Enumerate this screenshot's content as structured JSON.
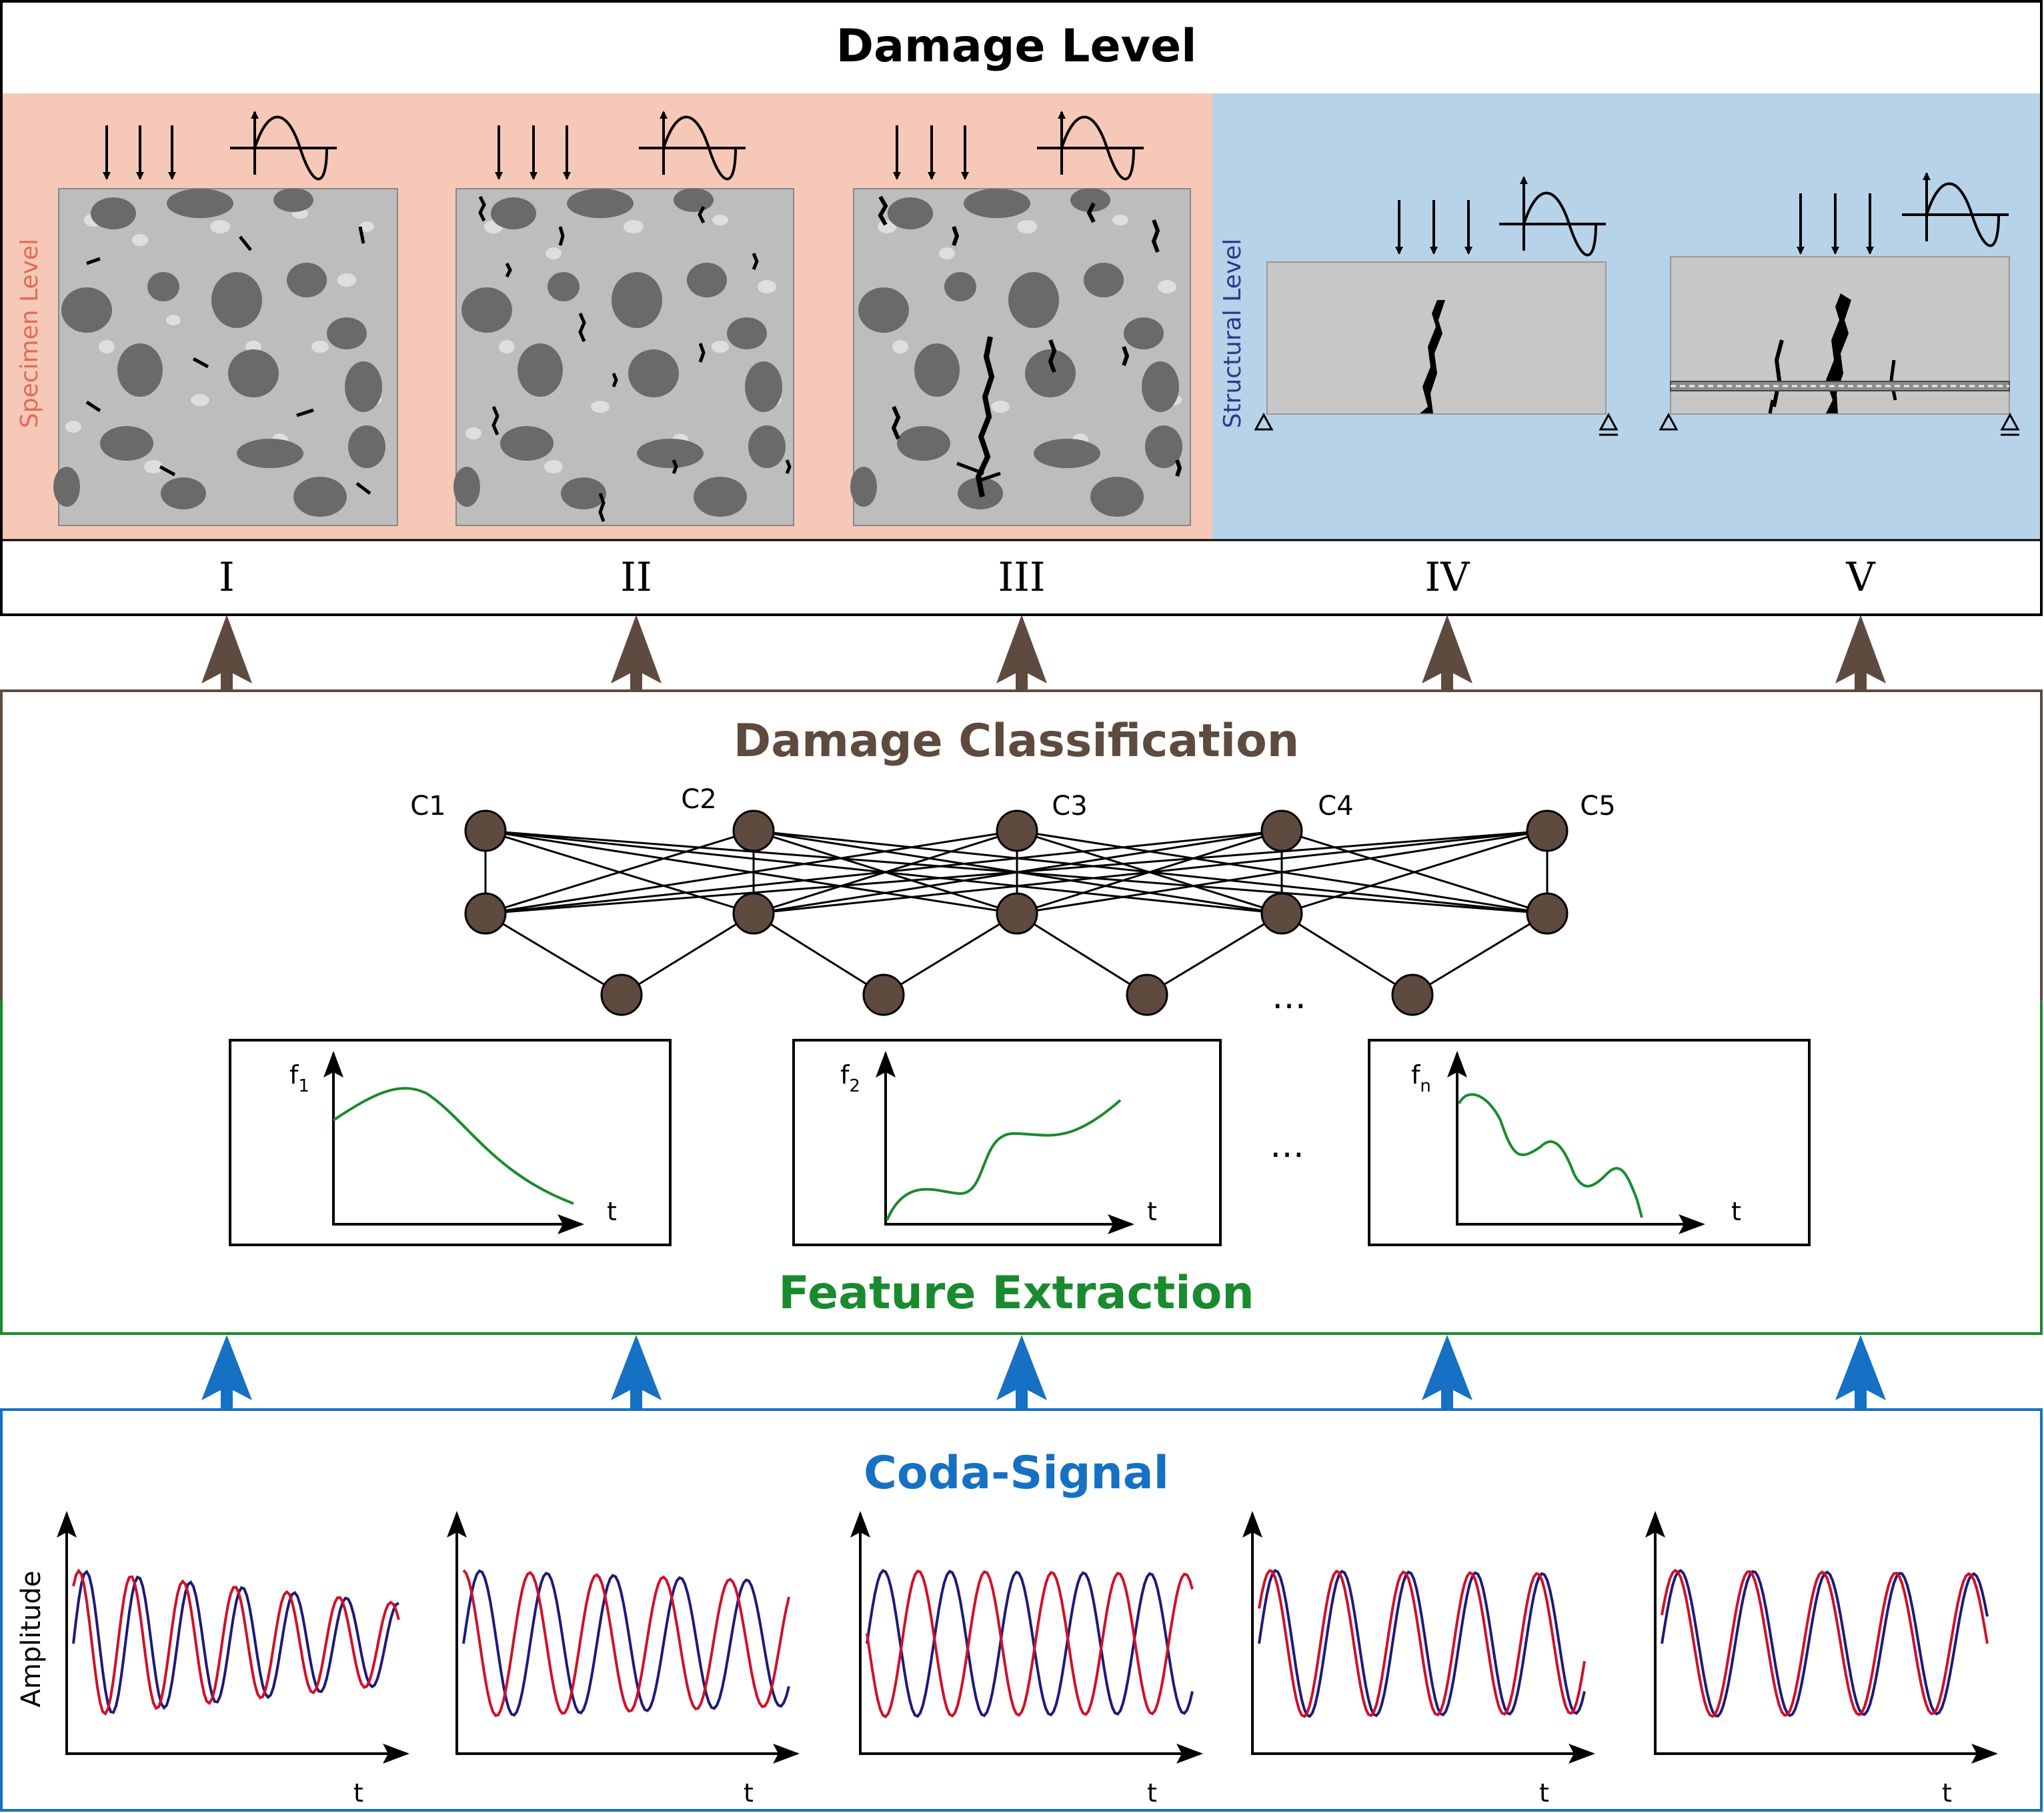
{
  "damage_level": {
    "title": "Damage Level",
    "specimen_label": "Specimen Level",
    "structural_label": "Structural Level",
    "levels": [
      "I",
      "II",
      "III",
      "IV",
      "V"
    ]
  },
  "classification": {
    "title": "Damage Classification",
    "class_labels": [
      "C1",
      "C2",
      "C3",
      "C4",
      "C5"
    ],
    "ellipsis": "…"
  },
  "features": {
    "title": "Feature Extraction",
    "plots": [
      {
        "label": "f",
        "sub": "1",
        "axis": "t"
      },
      {
        "label": "f",
        "sub": "2",
        "axis": "t"
      },
      {
        "label": "f",
        "sub": "n",
        "axis": "t"
      }
    ],
    "ellipsis": "…"
  },
  "coda": {
    "title": "Coda-Signal",
    "ylabel": "Amplitude",
    "axis": "t"
  },
  "colors": {
    "black": "#000000",
    "brown": "#5e4a3e",
    "green": "#1a8a2e",
    "blue": "#1670c4",
    "salmon": "#f6c8b8",
    "lightblue": "#b7d3ea",
    "concrete": "#bdbdbd",
    "aggregate": "#6a6a6a",
    "specimen_text": "#e46a55",
    "structural_text": "#2a3a8c",
    "signal_red": "#d0102a",
    "signal_navy": "#1e1a78"
  }
}
